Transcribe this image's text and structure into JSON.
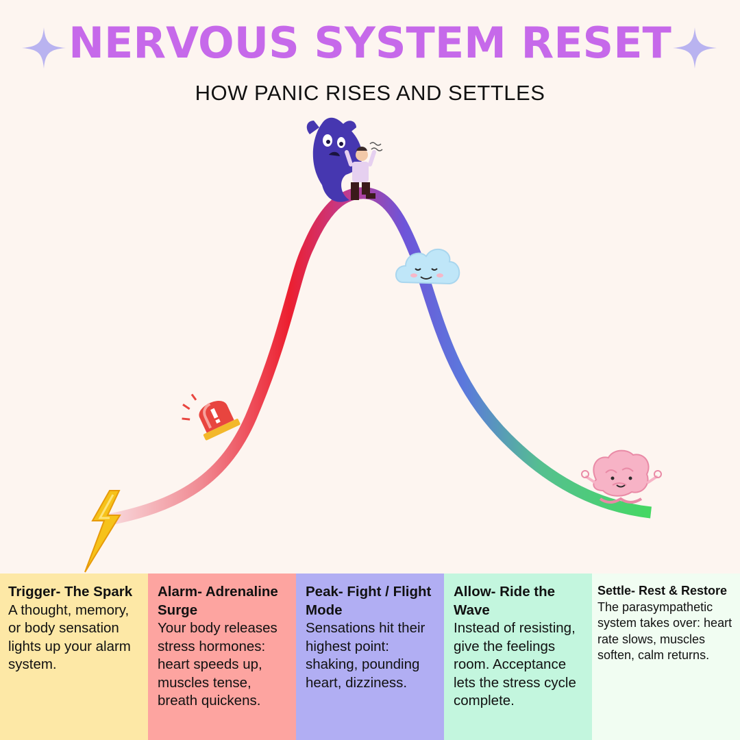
{
  "title": "NERVOUS SYSTEM RESET",
  "subtitle": "HOW PANIC RISES AND SETTLES",
  "colors": {
    "title": "#c669ea",
    "sparkle": "#b9b3f0",
    "curve_start": "#f7d6da",
    "curve_red": "#ee1c2e",
    "curve_purple": "#7a4fd6",
    "curve_blue": "#5b6fe0",
    "curve_green": "#4fd46a"
  },
  "icons": [
    "lightning-icon",
    "alarm-siren-icon",
    "panic-monster-icon",
    "calm-cloud-icon",
    "meditating-brain-icon",
    "sparkle-icon"
  ],
  "stages": [
    {
      "title": "Trigger- The Spark",
      "body": "A thought, memory, or body sensation lights up your alarm system.",
      "color": "#fde8a6"
    },
    {
      "title": "Alarm- Adrenaline Surge",
      "body": "Your body releases stress hormones: heart speeds up, muscles tense, breath quickens.",
      "color": "#fda4a0"
    },
    {
      "title": "Peak- Fight / Flight Mode",
      "body": "Sensations hit their highest point: shaking, pounding heart, dizziness.",
      "color": "#b1aef3"
    },
    {
      "title": "Allow- Ride the Wave",
      "body": "Instead of resisting, give the feelings room. Acceptance lets the stress cycle complete.",
      "color": "#c3f6de"
    },
    {
      "title": "Settle- Rest & Restore",
      "body": "The parasympathetic system takes over: heart rate slows, muscles soften, calm returns.",
      "color": "#f1fdf2"
    }
  ]
}
